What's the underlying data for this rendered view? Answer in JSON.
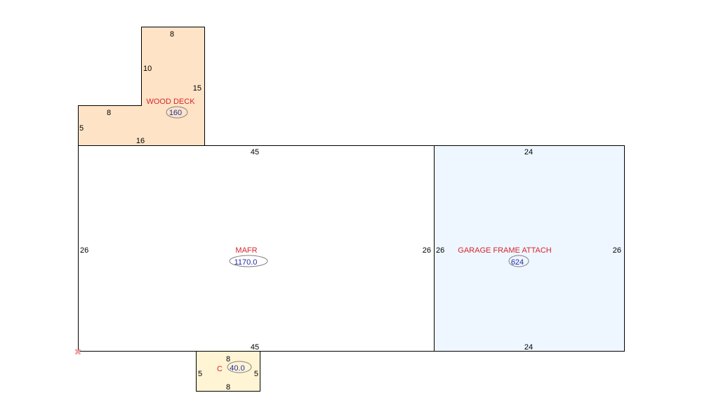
{
  "colors": {
    "outline": "#000000",
    "label_text": "#d6262b",
    "area_text": "#1f2aa8",
    "area_oval": "#808080",
    "marker": "#f3a0a0",
    "deck_fill": "#ffe3c6",
    "garage_fill": "#eef6ff",
    "main_fill": "#ffffff",
    "c_fill": "#fff4d4"
  },
  "marker": {
    "icon": "origin-x-icon",
    "glyph": "✖"
  },
  "areas": {
    "wood_deck": {
      "label": "WOOD DECK",
      "area": "160",
      "dims": {
        "top": "8",
        "upper_left": "10",
        "right": "15",
        "step": "8",
        "left": "5",
        "bottom": "16"
      }
    },
    "mafr": {
      "label": "MAFR",
      "area": "1170.0",
      "dims": {
        "top": "45",
        "left": "26",
        "right": "26",
        "bottom": "45"
      }
    },
    "garage": {
      "label": "GARAGE FRAME ATTACH",
      "area": "624",
      "dims": {
        "top": "24",
        "left": "26",
        "right": "26",
        "bottom": "24"
      }
    },
    "c": {
      "label": "C",
      "area": "40.0",
      "dims": {
        "top": "8",
        "left": "5",
        "right": "5",
        "bottom": "8"
      }
    }
  }
}
